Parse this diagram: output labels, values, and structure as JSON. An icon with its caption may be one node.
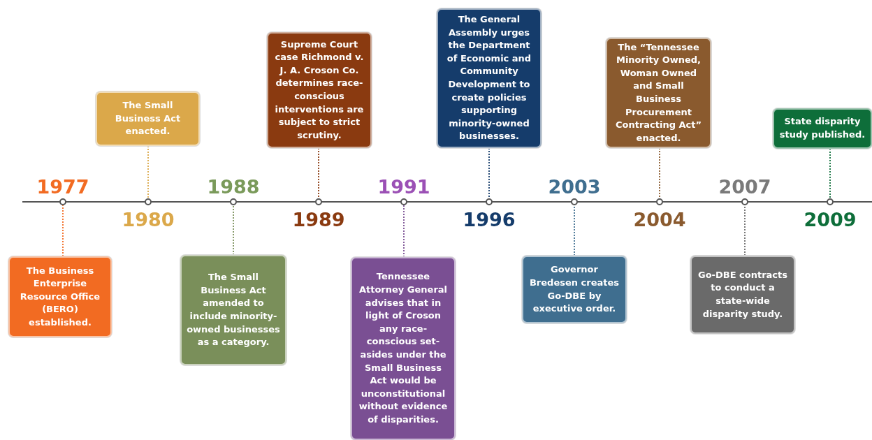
{
  "diagram": {
    "nodes": [
      {
        "text": [
          "The Business Enterprise Resource Office (BERO) established."
        ]
      },
      {
        "text": [],
        "shape": "circle",
        "beside": [
          "1977"
        ]
      },
      {
        "text": [
          "The Small Business Act enacted."
        ]
      },
      {
        "text": [],
        "shape": "circle",
        "beside": [
          "1980"
        ]
      },
      {
        "text": [
          "The Small Business Act amended to include minority-owned businesses as a category."
        ]
      },
      {
        "text": [],
        "shape": "circle",
        "beside": [
          "1988"
        ]
      },
      {
        "text": [
          "Supreme Court case Richmond v. J. A. Croson Co. determines race-conscious interventions are subject to strict scrutiny."
        ]
      },
      {
        "text": [],
        "shape": "circle",
        "beside": [
          "1989"
        ]
      },
      {
        "text": [
          "Tennessee Attorney General advises that in light of Croson any race-conscious set-asides under the Small Business Act would be unconstitutional without evidence of disparities."
        ]
      },
      {
        "text": [],
        "shape": "circle",
        "beside": [
          "1991"
        ]
      },
      {
        "text": [
          "The General Assembly urges the Department of Economic and Community Development to create policies supporting minority-owned businesses."
        ]
      },
      {
        "text": [],
        "shape": "circle",
        "beside": [
          "1996"
        ]
      },
      {
        "text": [
          "Governor Bredesen creates Go-DBE by executive order."
        ]
      },
      {
        "text": [],
        "shape": "circle",
        "beside": [
          "2003"
        ]
      },
      {
        "text": [
          "The “Tennessee Minority Owned, Woman Owned and Small Business Procurement Contracting Act” enacted."
        ]
      },
      {
        "text": [],
        "shape": "circle",
        "beside": [
          "2004"
        ]
      },
      {
        "text": [
          "Go-DBE contracts to conduct a state-wide disparity study."
        ]
      },
      {
        "text": [],
        "shape": "circle",
        "beside": [
          "2007"
        ]
      },
      {
        "text": [
          "State disparity study published."
        ]
      },
      {
        "text": [],
        "shape": "circle",
        "beside": [
          "2009"
        ]
      }
    ],
    "edges": [
      {
        "from": 0,
        "to": 1,
        "arrow": "none",
        "style": "dashed",
        "color": "#f26b22"
      },
      {
        "from": 2,
        "to": 3,
        "arrow": "none",
        "style": "dashed",
        "color": "#dba84a"
      },
      {
        "from": 4,
        "to": 5,
        "arrow": "none",
        "style": "dashed",
        "color": "#7a8f5a"
      },
      {
        "from": 6,
        "to": 7,
        "arrow": "none",
        "style": "dashed",
        "color": "#8a3a10"
      },
      {
        "from": 8,
        "to": 9,
        "arrow": "none",
        "style": "dashed",
        "color": "#7a4f93"
      },
      {
        "from": 10,
        "to": 11,
        "arrow": "none",
        "style": "dashed",
        "color": "#153c6b"
      },
      {
        "from": 12,
        "to": 13,
        "arrow": "none",
        "style": "dashed",
        "color": "#3f6e8f"
      },
      {
        "from": 14,
        "to": 15,
        "arrow": "none",
        "style": "dashed",
        "color": "#8a5a2e"
      },
      {
        "from": 16,
        "to": 17,
        "arrow": "none",
        "style": "dashed",
        "color": "#6a6a6a"
      },
      {
        "from": 18,
        "to": 19,
        "arrow": "none",
        "style": "dashed",
        "color": "#0e6e3a"
      }
    ]
  }
}
